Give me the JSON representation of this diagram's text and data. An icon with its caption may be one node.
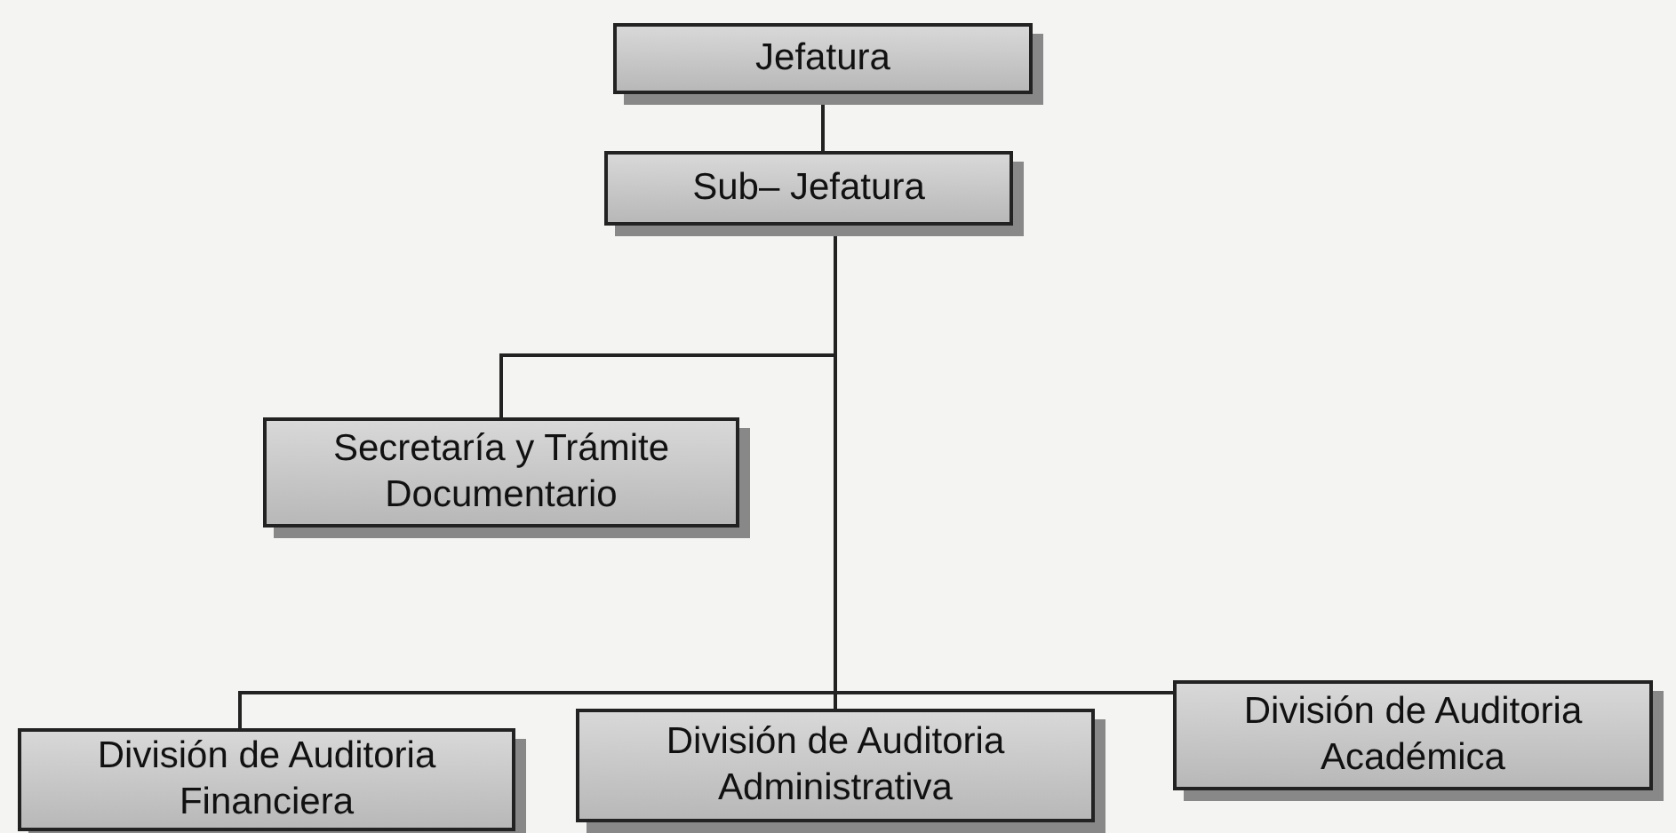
{
  "diagram": {
    "nodes": [
      {
        "text": [
          "Jefatura"
        ]
      },
      {
        "text": [
          "Sub– Jefatura"
        ]
      },
      {
        "text": [
          "Secretaría y Trámite Documentario"
        ]
      },
      {
        "text": [
          "División de Auditoria Financiera"
        ]
      },
      {
        "text": [
          "División de Auditoria Administrativa"
        ]
      },
      {
        "text": [
          "División de Auditoria Académica"
        ]
      }
    ],
    "edges": [
      {
        "from": 0,
        "to": 1,
        "arrow": "none"
      },
      {
        "from": 1,
        "to": 2,
        "arrow": "none"
      },
      {
        "from": 1,
        "to": 3,
        "arrow": "none"
      },
      {
        "from": 1,
        "to": 4,
        "arrow": "none"
      },
      {
        "from": 1,
        "to": 5,
        "arrow": "none"
      }
    ]
  }
}
